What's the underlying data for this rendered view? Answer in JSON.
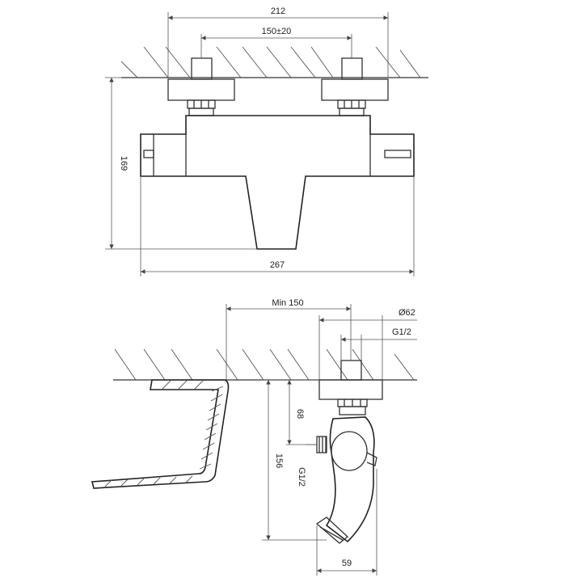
{
  "front_view": {
    "dim_overall_inlet_width": "212",
    "dim_inlet_spacing": "150±20",
    "dim_height": "169",
    "dim_total_width": "267"
  },
  "side_view": {
    "dim_wall_clearance": "Min 150",
    "dim_flange_diameter": "Ø62",
    "dim_inlet_thread": "G1/2",
    "dim_inlet_to_outlet": "68",
    "dim_total_height": "156",
    "dim_outlet_thread": "G1/2",
    "dim_depth": "59"
  },
  "colors": {
    "line": "#333333",
    "dimension": "#555555",
    "background": "#ffffff"
  }
}
